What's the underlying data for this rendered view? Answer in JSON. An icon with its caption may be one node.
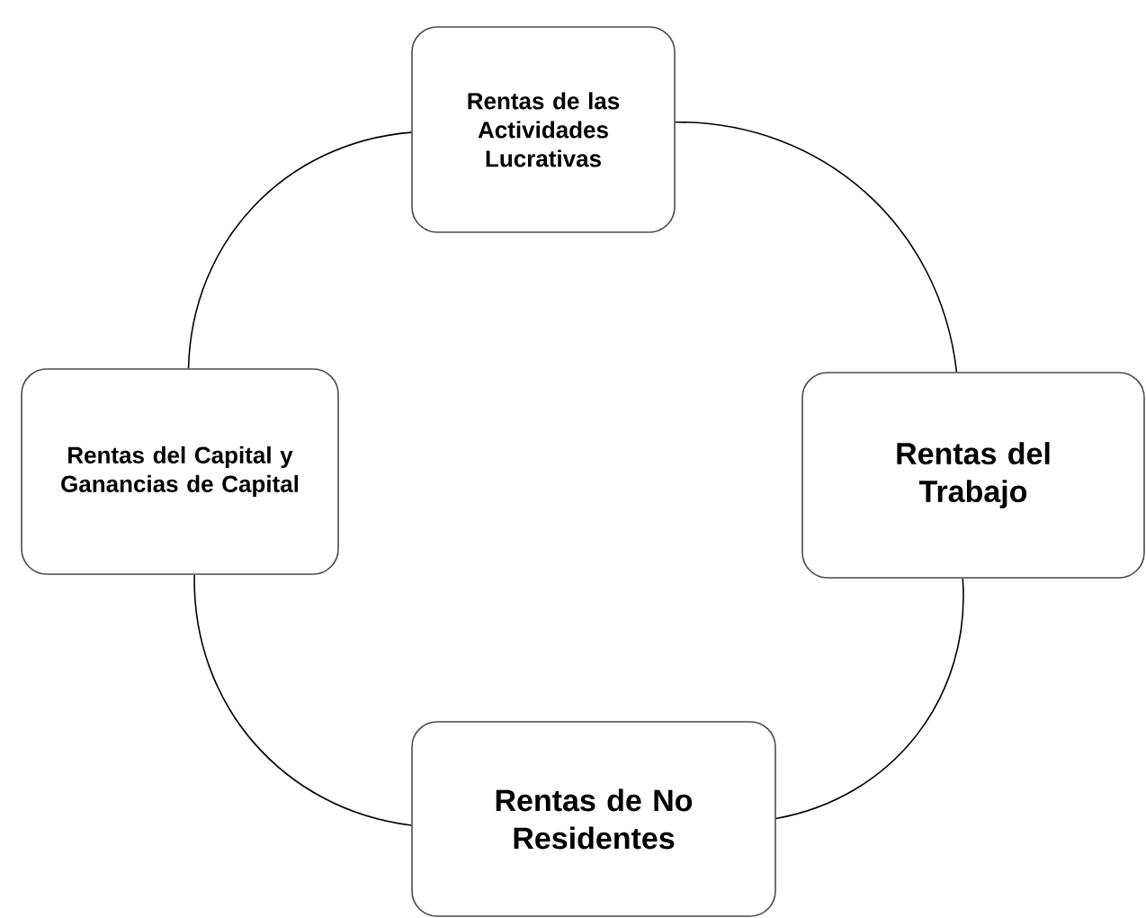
{
  "diagram": {
    "nodes": [
      {
        "text": [
          "Rentas de las Actividades Lucrativas"
        ]
      },
      {
        "text": [
          "Rentas del Trabajo"
        ]
      },
      {
        "text": [
          "Rentas de No Residentes"
        ]
      },
      {
        "text": [
          "Rentas del Capital y Ganancias de Capital"
        ]
      }
    ],
    "edges": [
      {
        "from": 0,
        "to": 1,
        "arrow": "none"
      },
      {
        "from": 1,
        "to": 2,
        "arrow": "none"
      },
      {
        "from": 2,
        "to": 3,
        "arrow": "none"
      },
      {
        "from": 3,
        "to": 0,
        "arrow": "none"
      }
    ]
  }
}
